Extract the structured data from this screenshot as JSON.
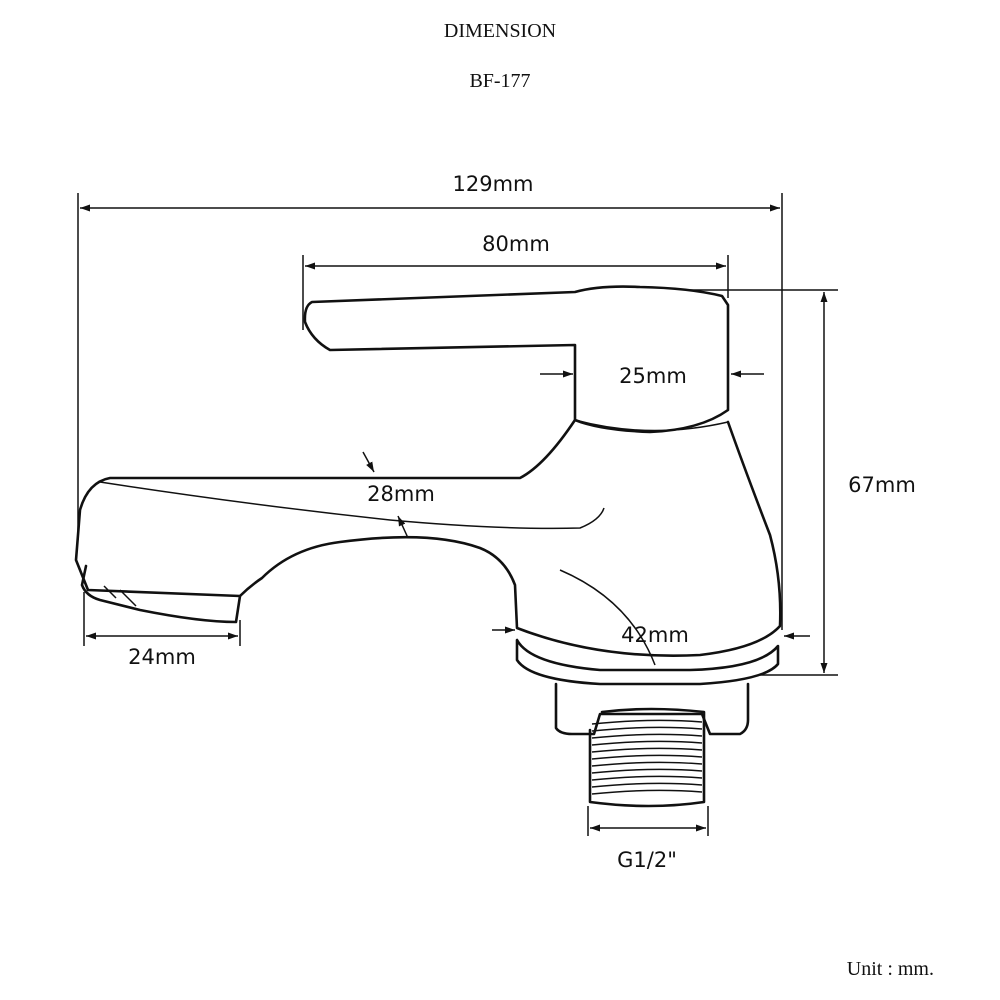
{
  "header": {
    "title": "DIMENSION",
    "model": "BF-177"
  },
  "dimensions": {
    "overall_length": "129mm",
    "handle_length": "80mm",
    "handle_width": "25mm",
    "spout_thickness": "28mm",
    "height": "67mm",
    "body_base": "42mm",
    "outlet": "24mm",
    "thread": "G1/2\""
  },
  "footer": {
    "unit": "Unit : mm."
  }
}
